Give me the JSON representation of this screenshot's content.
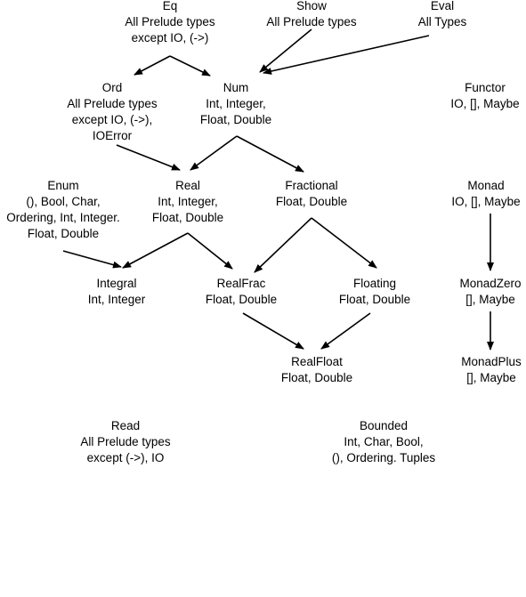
{
  "diagram": {
    "nodes": [
      {
        "id": "eq",
        "title": "Eq",
        "types": [
          "All Prelude types",
          "except IO, (->)"
        ]
      },
      {
        "id": "show",
        "title": "Show",
        "types": [
          "All Prelude types"
        ]
      },
      {
        "id": "eval",
        "title": "Eval",
        "types": [
          "All Types"
        ]
      },
      {
        "id": "ord",
        "title": "Ord",
        "types": [
          "All Prelude types",
          "except IO, (->),",
          "IOError"
        ]
      },
      {
        "id": "num",
        "title": "Num",
        "types": [
          "Int, Integer,",
          "Float, Double"
        ]
      },
      {
        "id": "functor",
        "title": "Functor",
        "types": [
          "IO, [], Maybe"
        ]
      },
      {
        "id": "enum",
        "title": "Enum",
        "types": [
          "(), Bool, Char,",
          "Ordering, Int, Integer.",
          "Float, Double"
        ]
      },
      {
        "id": "real",
        "title": "Real",
        "types": [
          "Int, Integer,",
          "Float, Double"
        ]
      },
      {
        "id": "fractional",
        "title": "Fractional",
        "types": [
          "Float, Double"
        ]
      },
      {
        "id": "monad",
        "title": "Monad",
        "types": [
          "IO, [], Maybe"
        ]
      },
      {
        "id": "integral",
        "title": "Integral",
        "types": [
          "Int, Integer"
        ]
      },
      {
        "id": "realfrac",
        "title": "RealFrac",
        "types": [
          "Float, Double"
        ]
      },
      {
        "id": "floating",
        "title": "Floating",
        "types": [
          "Float, Double"
        ]
      },
      {
        "id": "monadzero",
        "title": "MonadZero",
        "types": [
          "[], Maybe"
        ]
      },
      {
        "id": "realfloat",
        "title": "RealFloat",
        "types": [
          "Float, Double"
        ]
      },
      {
        "id": "monadplus",
        "title": "MonadPlus",
        "types": [
          "[], Maybe"
        ]
      },
      {
        "id": "read",
        "title": "Read",
        "types": [
          "All Prelude types",
          "except (->), IO"
        ]
      },
      {
        "id": "bounded",
        "title": "Bounded",
        "types": [
          "Int, Char, Bool,",
          "(), Ordering. Tuples"
        ]
      }
    ],
    "edges": [
      {
        "from": "eq",
        "to": "ord"
      },
      {
        "from": "eq",
        "to": "num"
      },
      {
        "from": "show",
        "to": "num"
      },
      {
        "from": "eval",
        "to": "num"
      },
      {
        "from": "ord",
        "to": "real"
      },
      {
        "from": "num",
        "to": "real"
      },
      {
        "from": "num",
        "to": "fractional"
      },
      {
        "from": "enum",
        "to": "integral"
      },
      {
        "from": "real",
        "to": "integral"
      },
      {
        "from": "real",
        "to": "realfrac"
      },
      {
        "from": "fractional",
        "to": "realfrac"
      },
      {
        "from": "fractional",
        "to": "floating"
      },
      {
        "from": "realfrac",
        "to": "realfloat"
      },
      {
        "from": "floating",
        "to": "realfloat"
      },
      {
        "from": "monad",
        "to": "monadzero"
      },
      {
        "from": "monadzero",
        "to": "monadplus"
      }
    ]
  }
}
